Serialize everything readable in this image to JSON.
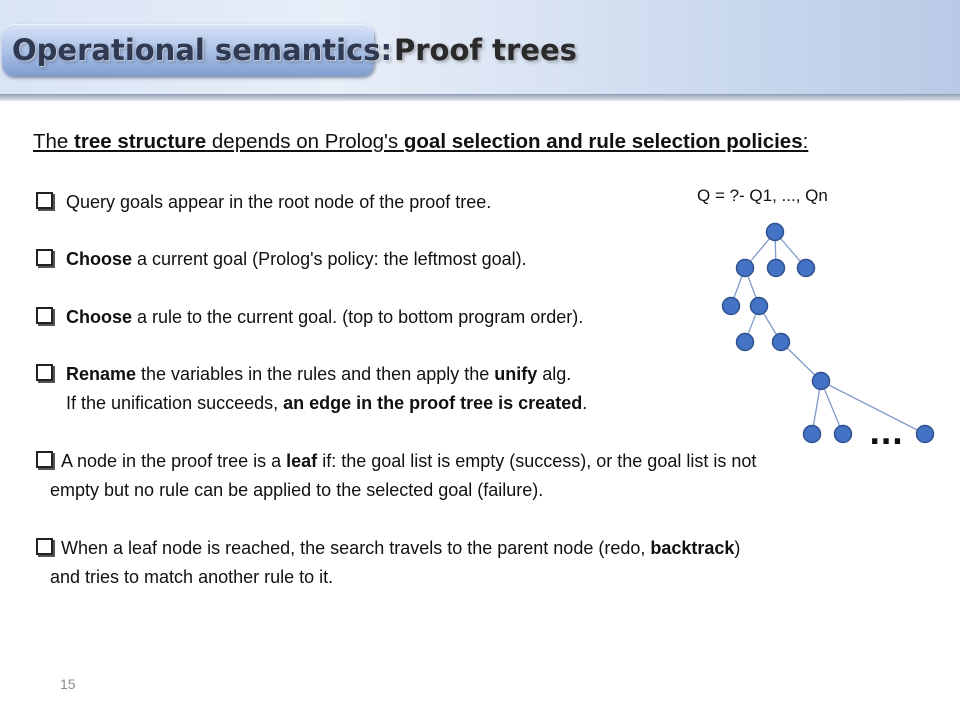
{
  "header": {
    "title": "Operational semantics:",
    "subtitle": "Proof trees"
  },
  "intro": {
    "part1": "The ",
    "part2": "tree structure",
    "part3": " depends on Prolog's ",
    "part4": "goal selection and rule selection policies",
    "part5": ":"
  },
  "bullets": {
    "b1": "Query goals appear in the root node of the proof tree.",
    "b2_bold": "Choose",
    "b2_rest": " a current goal (Prolog's policy: the leftmost goal).",
    "b3_bold": "Choose",
    "b3_rest": " a rule to the current goal. (top to bottom program order).",
    "b4_bold1": "Rename",
    "b4_mid": " the variables in the rules and then apply the ",
    "b4_bold2": "unify",
    "b4_end": " alg.",
    "b4_cont_start": "If the unification succeeds, ",
    "b4_cont_bold": "an edge in the proof tree is created",
    "b4_cont_end": ".",
    "b5_start": "A node in the proof tree is a ",
    "b5_bold": "leaf",
    "b5_end": " if: the goal list is empty (success), or the goal list is not",
    "b5_cont": "empty but no rule can be applied to the selected goal (failure).",
    "b6_start": "When a leaf node is reached, the search travels to the parent node (redo, ",
    "b6_bold": "backtrack",
    "b6_end": ")",
    "b6_cont": "and tries to match another rule to it."
  },
  "tree": {
    "query_label": "Q = ?- Q1, ..., Qn",
    "ellipsis": "...",
    "node_color": "#4472c4",
    "node_stroke": "#2f528f"
  },
  "footer": {
    "page_number": "15"
  }
}
